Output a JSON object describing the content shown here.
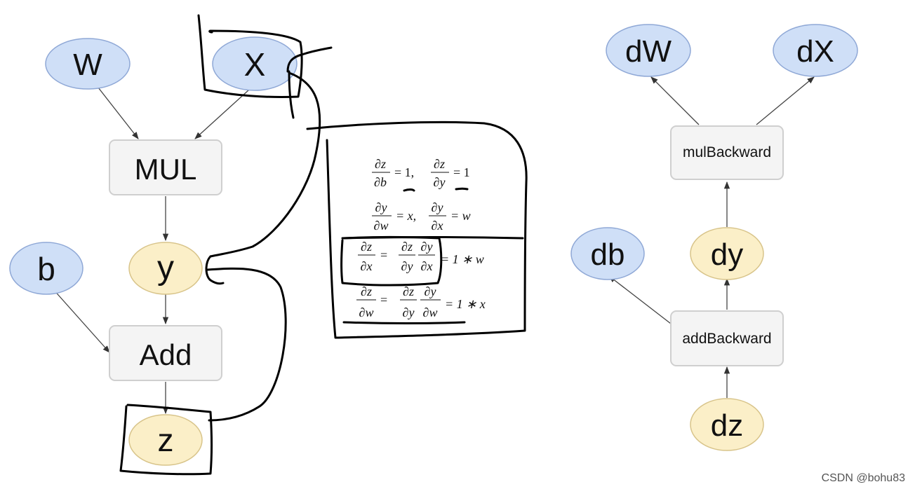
{
  "forward": {
    "W": "W",
    "X": "X",
    "MUL": "MUL",
    "y": "y",
    "b": "b",
    "Add": "Add",
    "z": "z"
  },
  "backward": {
    "dW": "dW",
    "dX": "dX",
    "mulBackward": "mulBackward",
    "dy": "dy",
    "db": "db",
    "addBackward": "addBackward",
    "dz": "dz"
  },
  "equations": {
    "d": "∂",
    "z": "z",
    "y": "y",
    "b": "b",
    "w": "w",
    "x": "x",
    "eq": "=",
    "one": "1",
    "comma": ",",
    "times": "∗",
    "r1_rhs1": "= 1,",
    "r1_rhs2": "= 1",
    "r2_rhs1": "= x,",
    "r2_rhs2": "= w",
    "r3_rhs": "= 1 ∗ w",
    "r4_rhs": "= 1 ∗ x"
  },
  "watermark": "CSDN @bohu83",
  "colors": {
    "blue_fill": "#cfdff7",
    "blue_stroke": "#8fa8d6",
    "yellow_fill": "#fbefc8",
    "yellow_stroke": "#d8c48a",
    "box_fill": "#f4f4f4",
    "box_stroke": "#cfcfcf"
  }
}
